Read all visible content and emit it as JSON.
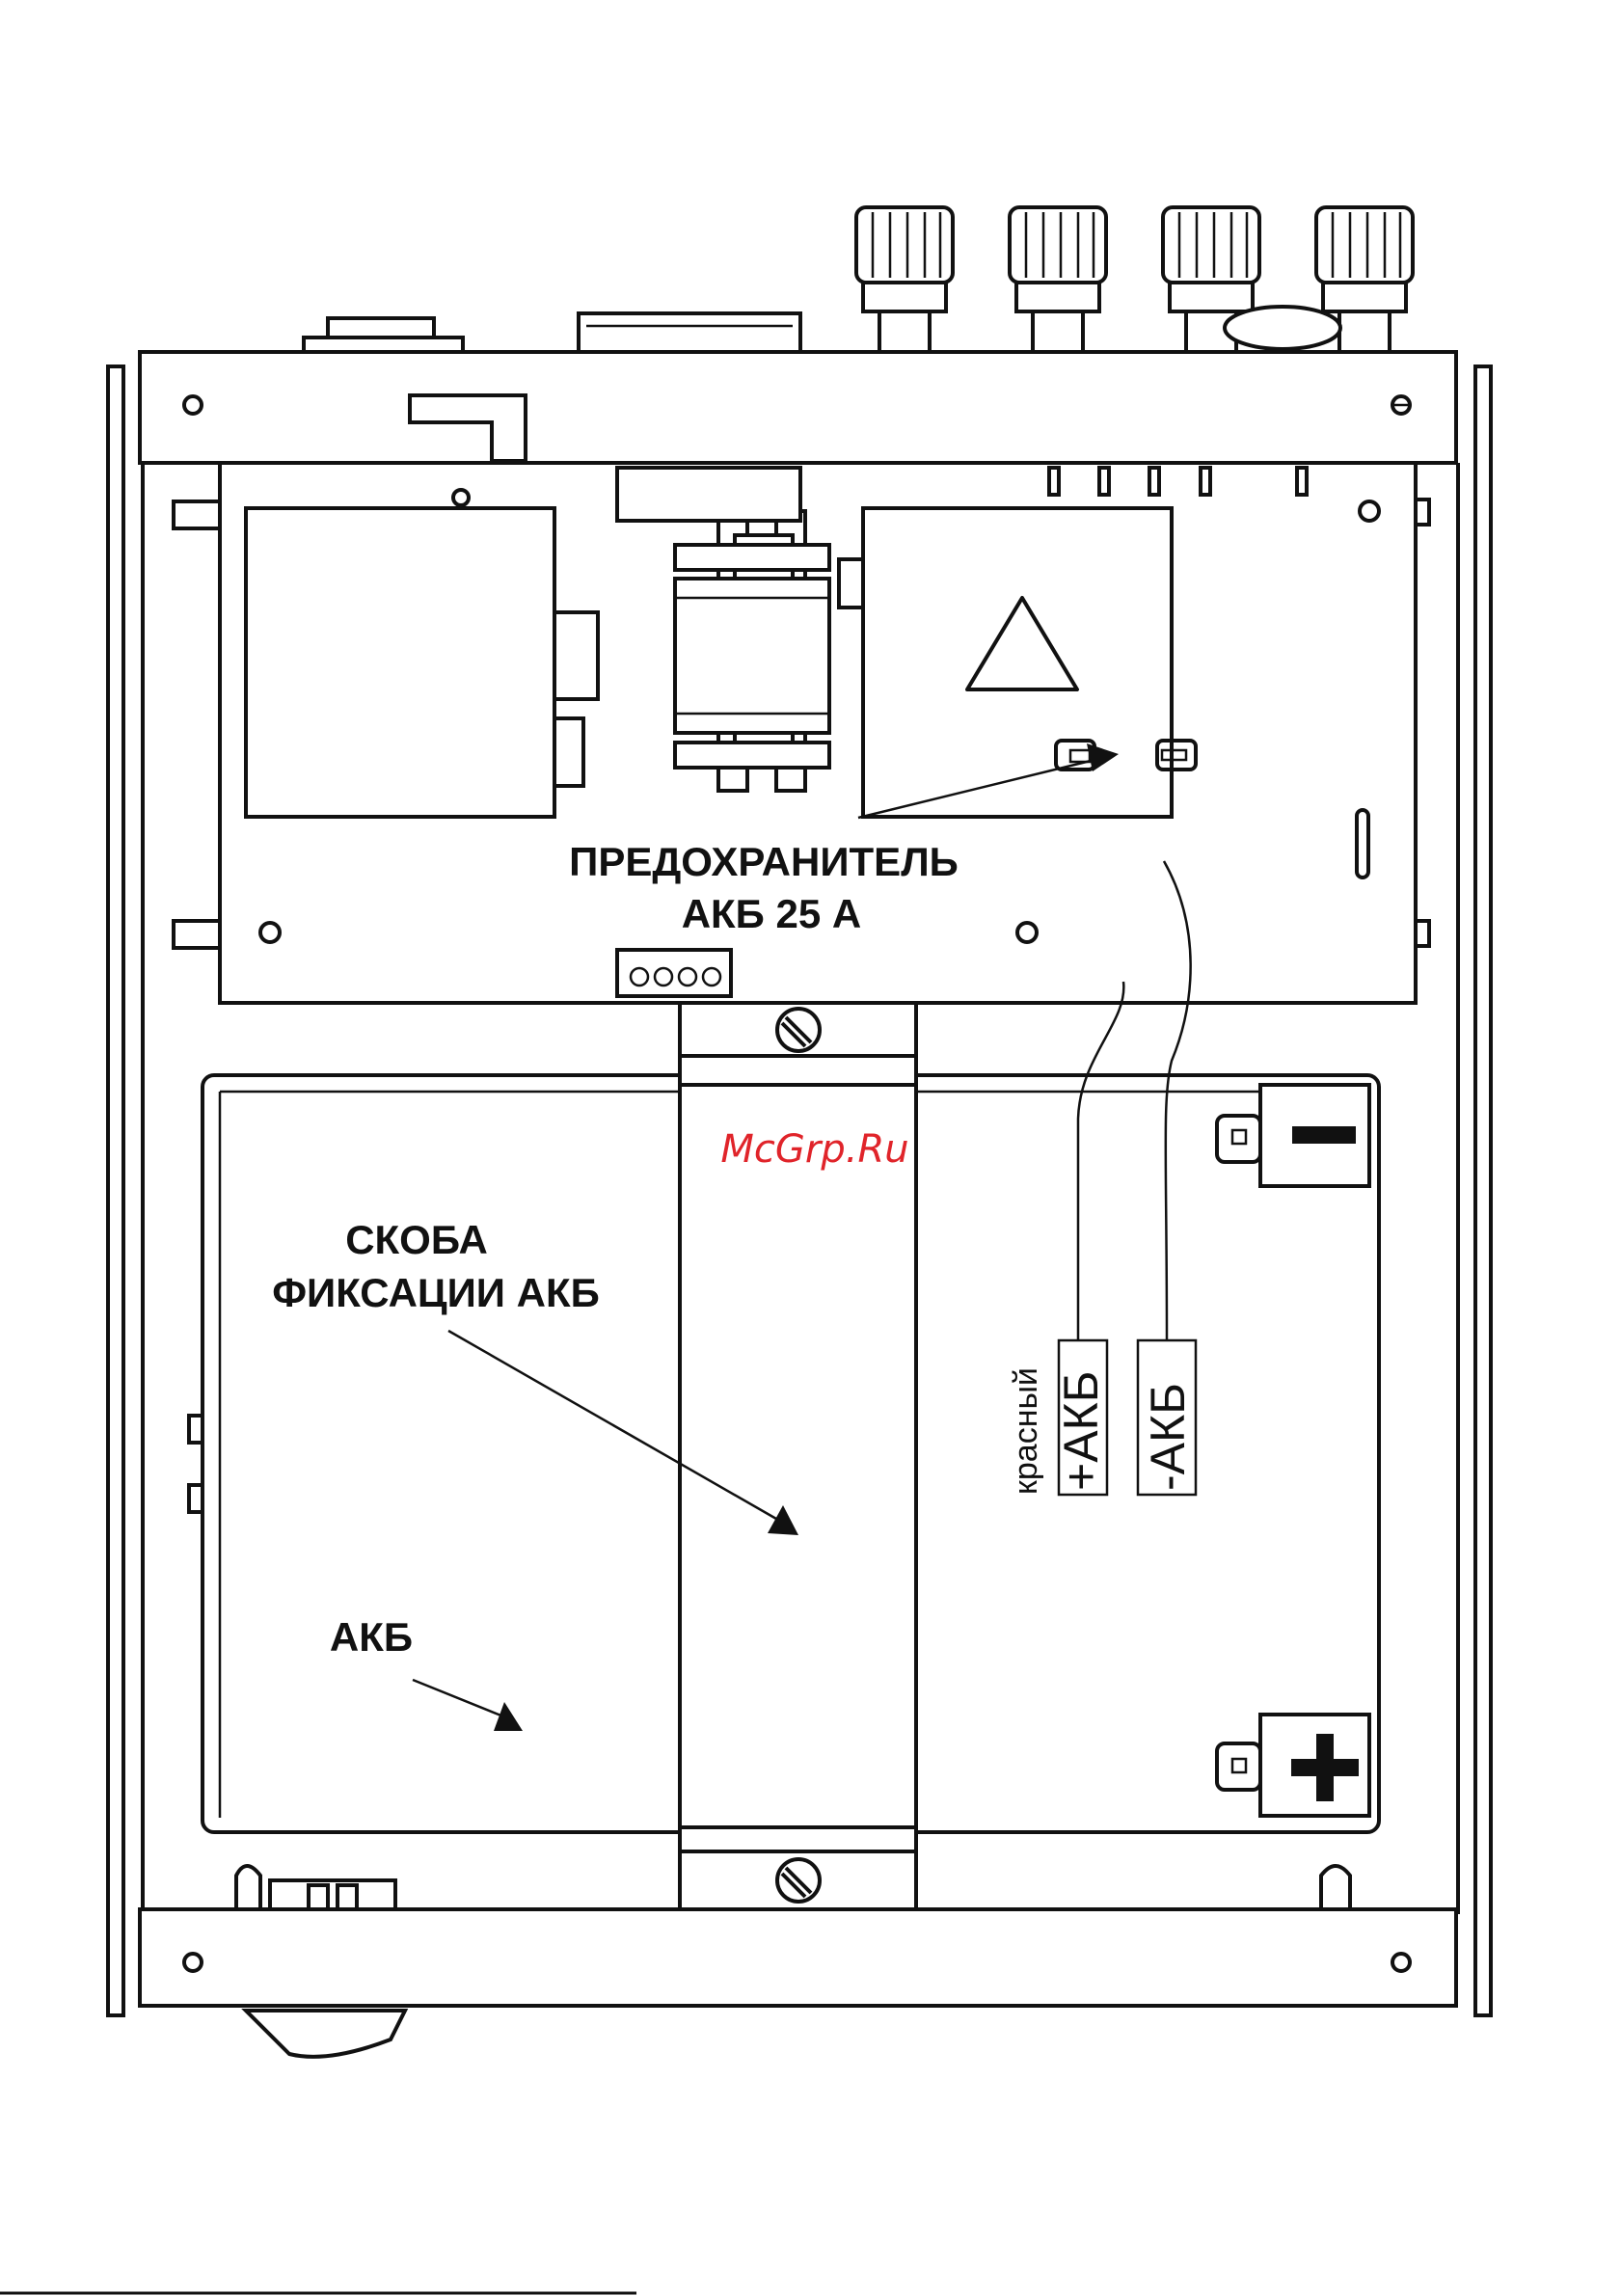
{
  "labels": {
    "fuse_line1": "ПРЕДОХРАНИТЕЛЬ",
    "fuse_line2": "АКБ 25 А",
    "bracket_line1": "СКОБА",
    "bracket_line2": "ФИКСАЦИИ АКБ",
    "battery": "АКБ",
    "red_wire": "красный",
    "plus_terminal": "+АКБ",
    "minus_terminal": "-АКБ",
    "watermark": "McGrp.Ru"
  },
  "colors": {
    "line": "#111111",
    "background": "#ffffff",
    "watermark": "#e0242a"
  }
}
